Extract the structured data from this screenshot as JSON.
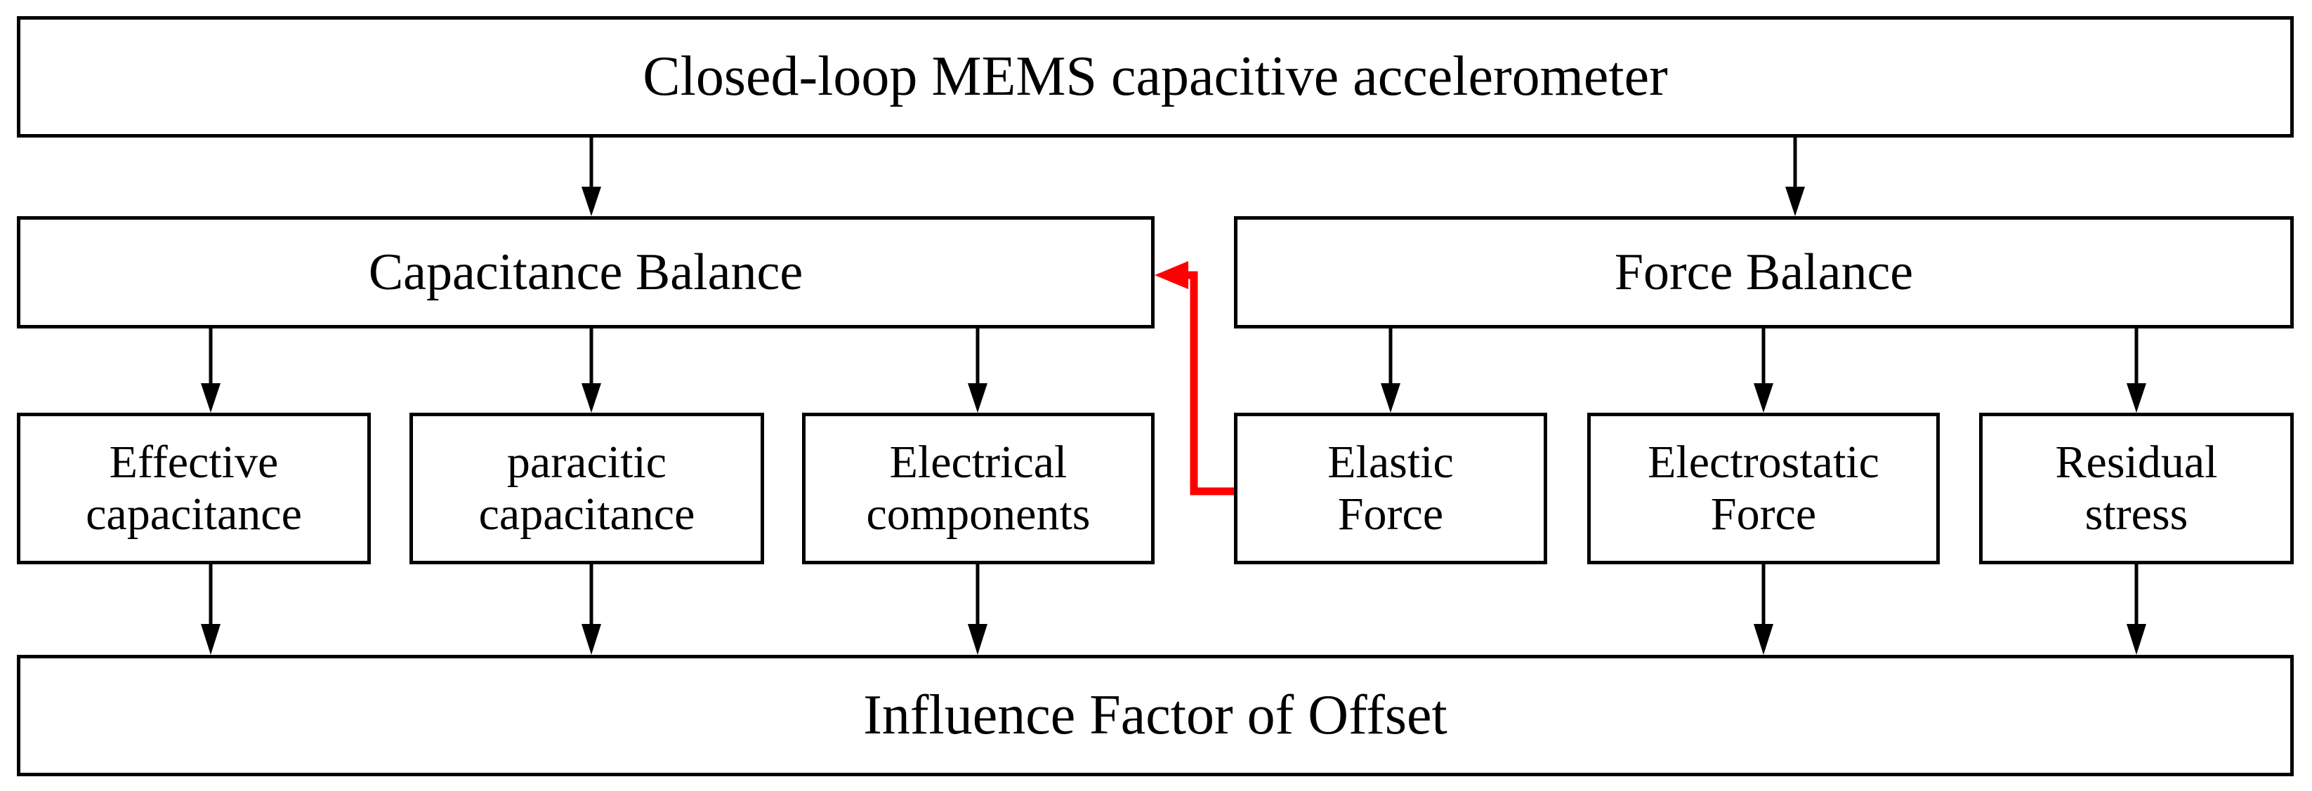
{
  "diagram": {
    "title": "Closed-loop MEMS capacitive accelerometer influence factors of offset",
    "colors": {
      "box_border": "#000000",
      "box_fill": "#ffffff",
      "text": "#000000",
      "connector": "#000000",
      "feedback_connector": "#ff0000"
    },
    "nodes": {
      "root": "Closed-loop MEMS capacitive accelerometer",
      "capacitance_balance": "Capacitance Balance",
      "force_balance": "Force Balance",
      "effective_capacitance": "Effective\ncapacitance",
      "parasitic_capacitance": "paracitic\ncapacitance",
      "electrical_components": "Electrical\ncomponents",
      "elastic_force": "Elastic\nForce",
      "electrostatic_force": "Electrostatic\nForce",
      "residual_stress": "Residual\nstress",
      "offset": "Influence Factor of Offset"
    },
    "edges": [
      {
        "from": "root",
        "to": "capacitance_balance",
        "style": "arrow",
        "color": "#000000"
      },
      {
        "from": "root",
        "to": "force_balance",
        "style": "arrow",
        "color": "#000000"
      },
      {
        "from": "capacitance_balance",
        "to": "effective_capacitance",
        "style": "arrow",
        "color": "#000000"
      },
      {
        "from": "capacitance_balance",
        "to": "parasitic_capacitance",
        "style": "arrow",
        "color": "#000000"
      },
      {
        "from": "capacitance_balance",
        "to": "electrical_components",
        "style": "arrow",
        "color": "#000000"
      },
      {
        "from": "force_balance",
        "to": "elastic_force",
        "style": "arrow",
        "color": "#000000"
      },
      {
        "from": "force_balance",
        "to": "electrostatic_force",
        "style": "arrow",
        "color": "#000000"
      },
      {
        "from": "force_balance",
        "to": "residual_stress",
        "style": "arrow",
        "color": "#000000"
      },
      {
        "from": "effective_capacitance",
        "to": "offset",
        "style": "arrow",
        "color": "#000000"
      },
      {
        "from": "parasitic_capacitance",
        "to": "offset",
        "style": "arrow",
        "color": "#000000"
      },
      {
        "from": "electrical_components",
        "to": "offset",
        "style": "arrow",
        "color": "#000000"
      },
      {
        "from": "electrostatic_force",
        "to": "offset",
        "style": "arrow",
        "color": "#000000"
      },
      {
        "from": "residual_stress",
        "to": "offset",
        "style": "arrow",
        "color": "#000000"
      },
      {
        "from": "elastic_force",
        "to": "capacitance_balance",
        "style": "elbow-arrow",
        "color": "#ff0000"
      }
    ]
  }
}
